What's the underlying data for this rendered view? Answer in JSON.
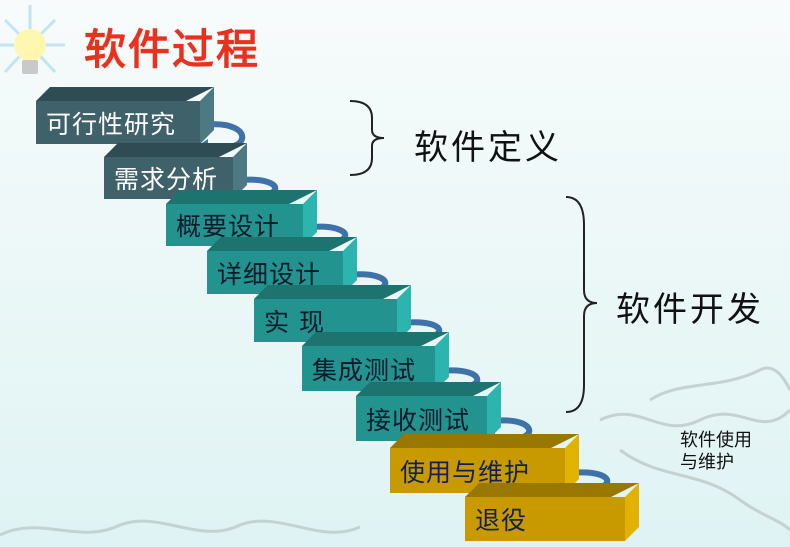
{
  "title": "软件过程",
  "steps": [
    "可行性研究",
    "需求分析",
    "概要设计",
    "详细设计",
    "实 现",
    "集成测试",
    "接收测试",
    "使用与维护",
    "退役"
  ],
  "groups": {
    "definition": "软件定义",
    "development": "软件开发",
    "maintenance_line1": "软件使用",
    "maintenance_line2": "与维护"
  },
  "colors": {
    "title": "#e8321e",
    "definition": "#3f6169",
    "development": "#23938f",
    "maintenance": "#c89a00",
    "arrow": "#3f72a8"
  }
}
